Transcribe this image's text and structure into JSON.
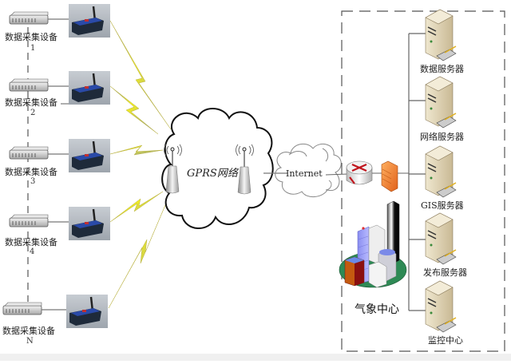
{
  "diagram": {
    "title": "",
    "collectors": [
      {
        "label": "数据采集设备",
        "index": "1"
      },
      {
        "label": "数据采集设备",
        "index": "2"
      },
      {
        "label": "数据采集设备",
        "index": "3"
      },
      {
        "label": "数据采集设备",
        "index": "4"
      },
      {
        "label": "数据采集设备",
        "index": "N"
      }
    ],
    "gprs_network": {
      "label": "GPRS网络"
    },
    "internet": {
      "label": "Internet"
    },
    "weather_center": {
      "label": "气象中心"
    },
    "servers": [
      {
        "label": "数据服务器"
      },
      {
        "label": "网络服务器"
      },
      {
        "label": "GIS服务器"
      },
      {
        "label": "发布服务器"
      },
      {
        "label": "监控中心"
      }
    ],
    "colors": {
      "lightning": "#f5f020",
      "lightning_edge": "#7c8ca8",
      "router": "#c0141c",
      "firewall": "#f08a30",
      "server_body": "#e6dcc0",
      "city_ground": "#2e8a55"
    }
  }
}
